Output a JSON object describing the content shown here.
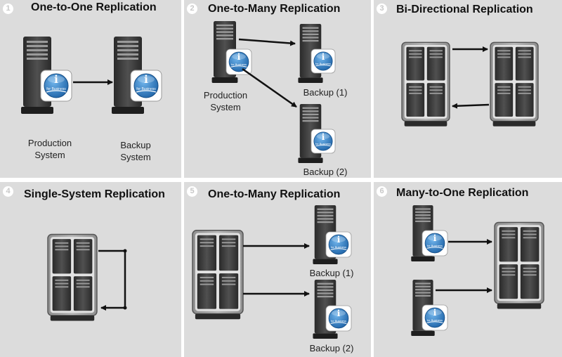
{
  "panels": [
    {
      "number": "1",
      "title": "One-to-One Replication",
      "labels": [
        "Production\nSystem",
        "Backup\nSystem"
      ]
    },
    {
      "number": "2",
      "title": "One-to-Many Replication",
      "labels": [
        "Production\nSystem",
        "Backup (1)",
        "Backup (2)"
      ]
    },
    {
      "number": "3",
      "title": "Bi-Directional Replication",
      "labels": []
    },
    {
      "number": "4",
      "title": "Single-System Replication",
      "labels": []
    },
    {
      "number": "5",
      "title": "One-to-Many Replication",
      "labels": [
        "Backup (1)",
        "Backup (2)"
      ]
    },
    {
      "number": "6",
      "title": "Many-to-One Replication",
      "labels": []
    }
  ],
  "badge": {
    "letter": "i",
    "caption": "for Business",
    "icon": "ibm-i-for-business-icon"
  },
  "colors": {
    "panel_bg": "#dcdcdc",
    "server_body": "#3c3c3c",
    "badge_blue": "#2d7fc4",
    "arrow": "#111111"
  }
}
